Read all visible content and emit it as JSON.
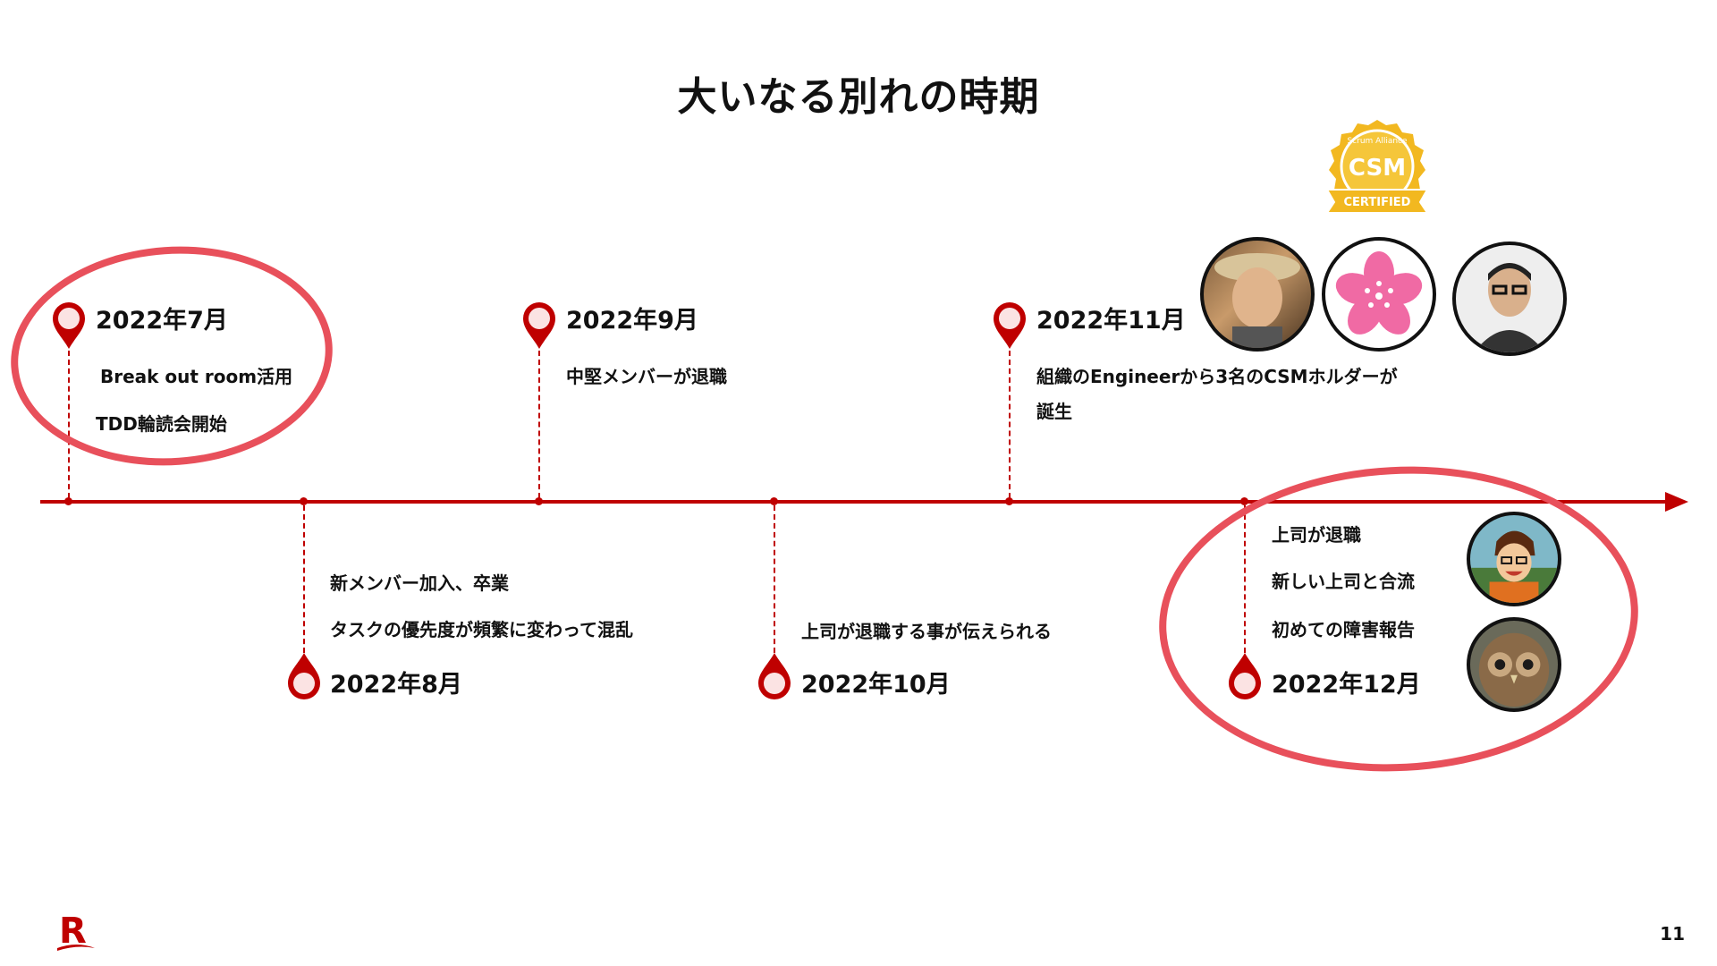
{
  "slide": {
    "title": "大いなる別れの時期",
    "page_number": "11",
    "logo_letter": "R"
  },
  "timeline": {
    "jul": {
      "date": "2022年7月",
      "lines": [
        "Break out room活用",
        "TDD輪読会開始"
      ]
    },
    "aug": {
      "date": "2022年8月",
      "lines": [
        "新メンバー加入、卒業",
        "タスクの優先度が頻繁に変わって混乱"
      ]
    },
    "sep": {
      "date": "2022年9月",
      "lines": [
        "中堅メンバーが退職"
      ]
    },
    "oct": {
      "date": "2022年10月",
      "lines": [
        "上司が退職する事が伝えられる"
      ]
    },
    "nov": {
      "date": "2022年11月",
      "lines": [
        "組織のEngineerから3名のCSMホルダーが",
        "誕生"
      ]
    },
    "dec": {
      "date": "2022年12月",
      "lines": [
        "上司が退職",
        "新しい上司と合流",
        "初めての障害報告"
      ]
    }
  },
  "badge": {
    "top_text": "Scrum Alliance",
    "main_text": "CSM",
    "ribbon_text": "CERTIFIED"
  },
  "colors": {
    "accent": "#bf0000",
    "highlight": "#e8505b",
    "badge_gold": "#f2b820",
    "sakura": "#f06aa4"
  }
}
